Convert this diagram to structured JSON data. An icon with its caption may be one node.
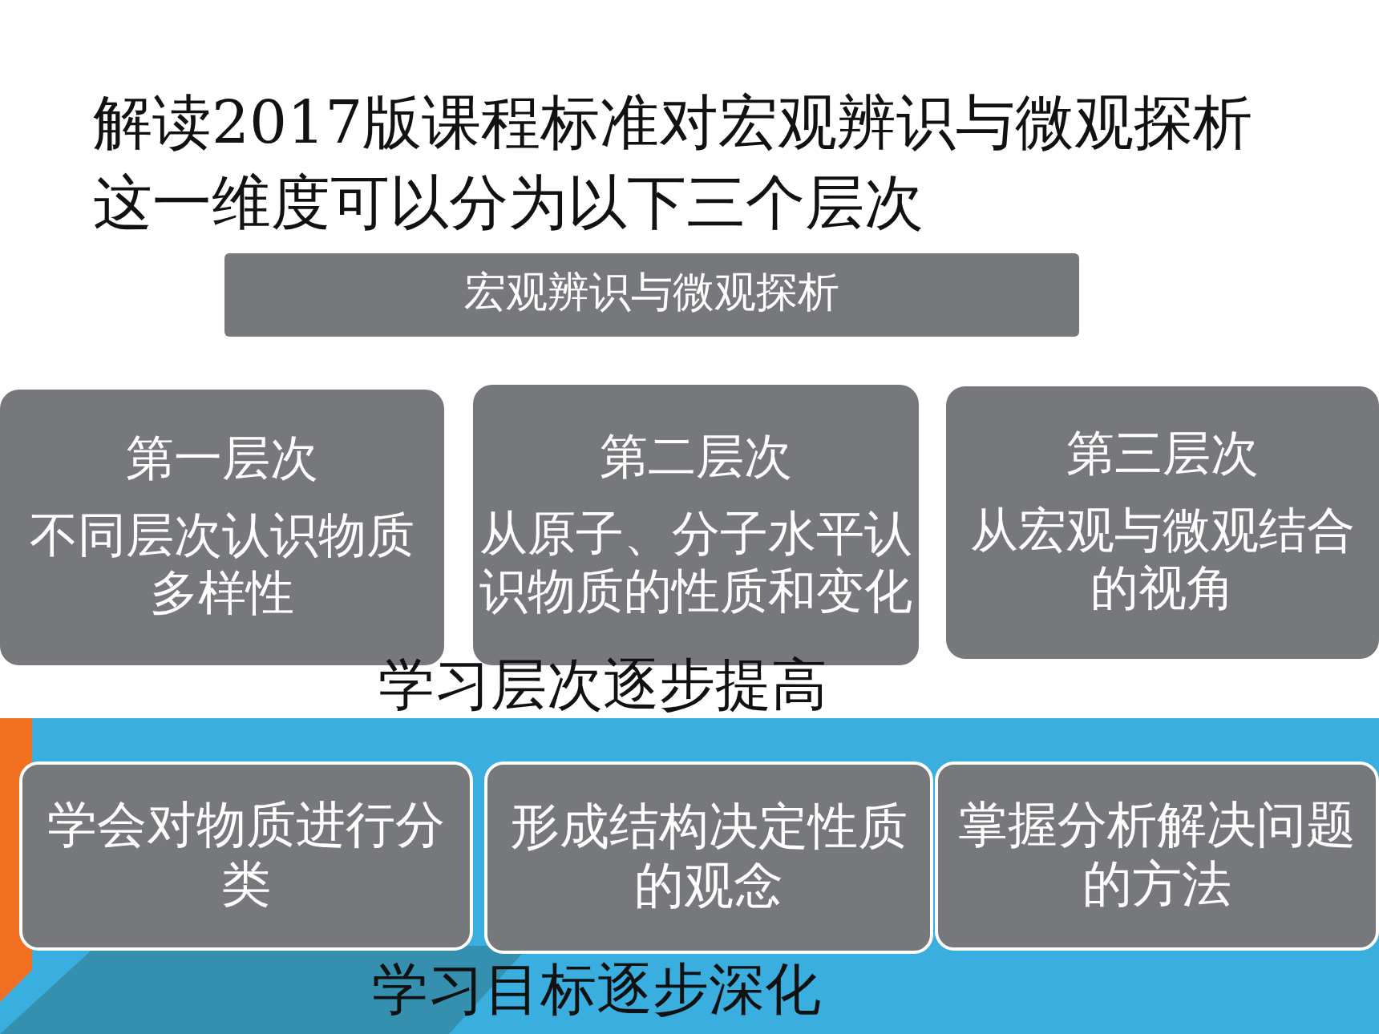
{
  "diagram": {
    "title": "解读2017版课程标准对宏观辨识与微观探析这一维度可以分为以下三个层次",
    "nodes": [
      {
        "text": [
          "宏观辨识与微观探析"
        ]
      },
      {
        "text": [
          "第一层次",
          "不同层次认识物质多样性"
        ]
      },
      {
        "text": [
          "第二层次",
          "从原子、分子水平认识物质的性质和变化"
        ]
      },
      {
        "text": [
          "第三层次",
          "从宏观与微观结合的视角"
        ]
      },
      {
        "text": [
          "学会对物质进行分类"
        ]
      },
      {
        "text": [
          "形成结构决定性质的观念"
        ]
      },
      {
        "text": [
          "掌握分析解决问题的方法"
        ]
      }
    ],
    "labels": [
      "学习层次逐步提高",
      "学习目标逐步深化"
    ]
  }
}
